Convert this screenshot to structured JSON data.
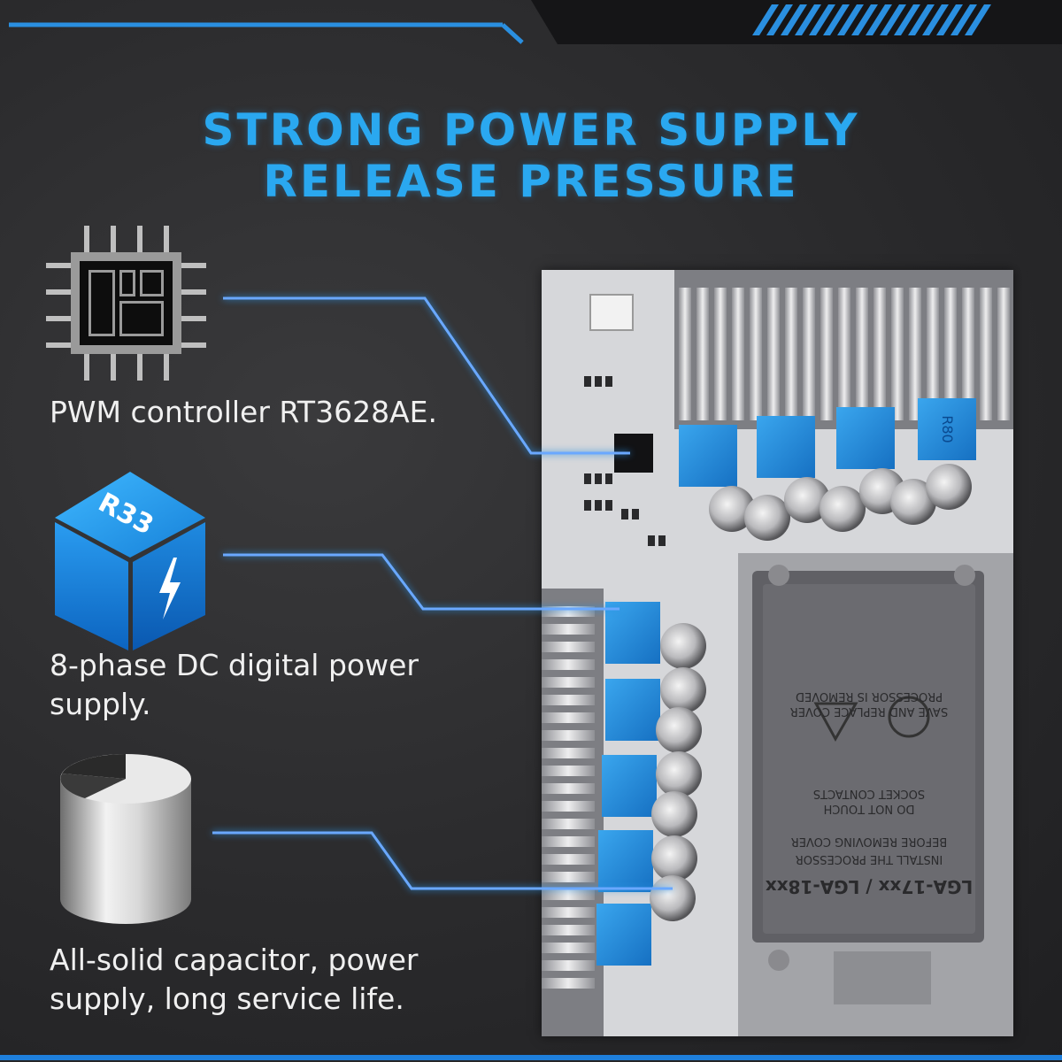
{
  "title": {
    "line1": "STRONG POWER SUPPLY",
    "line2": "RELEASE PRESSURE"
  },
  "features": [
    {
      "icon": "chip-icon",
      "text": "PWM controller RT3628AE."
    },
    {
      "icon": "r33-cube-icon",
      "cube_label": "R33",
      "text_line1": "8-phase DC digital power",
      "text_line2": "supply."
    },
    {
      "icon": "capacitor-cylinder-icon",
      "text_line1": "All-solid capacitor, power",
      "text_line2": "supply, long service life."
    }
  ],
  "board": {
    "socket_label": "LGA-17xx / LGA-18xx",
    "cover_text": [
      "INSTALL THE PROCESSOR",
      "BEFORE REMOVING COVER",
      "DO NOT TOUCH",
      "SOCKET CONTACTS",
      "SAVE AND REPLACE COVER",
      "PROCESSOR IS REMOVED"
    ],
    "choke_label": "R80"
  },
  "colors": {
    "accent": "#2aa8f0",
    "background": "#2b2b2d",
    "text": "#f0f0f0",
    "choke": "#2a8fd6"
  }
}
